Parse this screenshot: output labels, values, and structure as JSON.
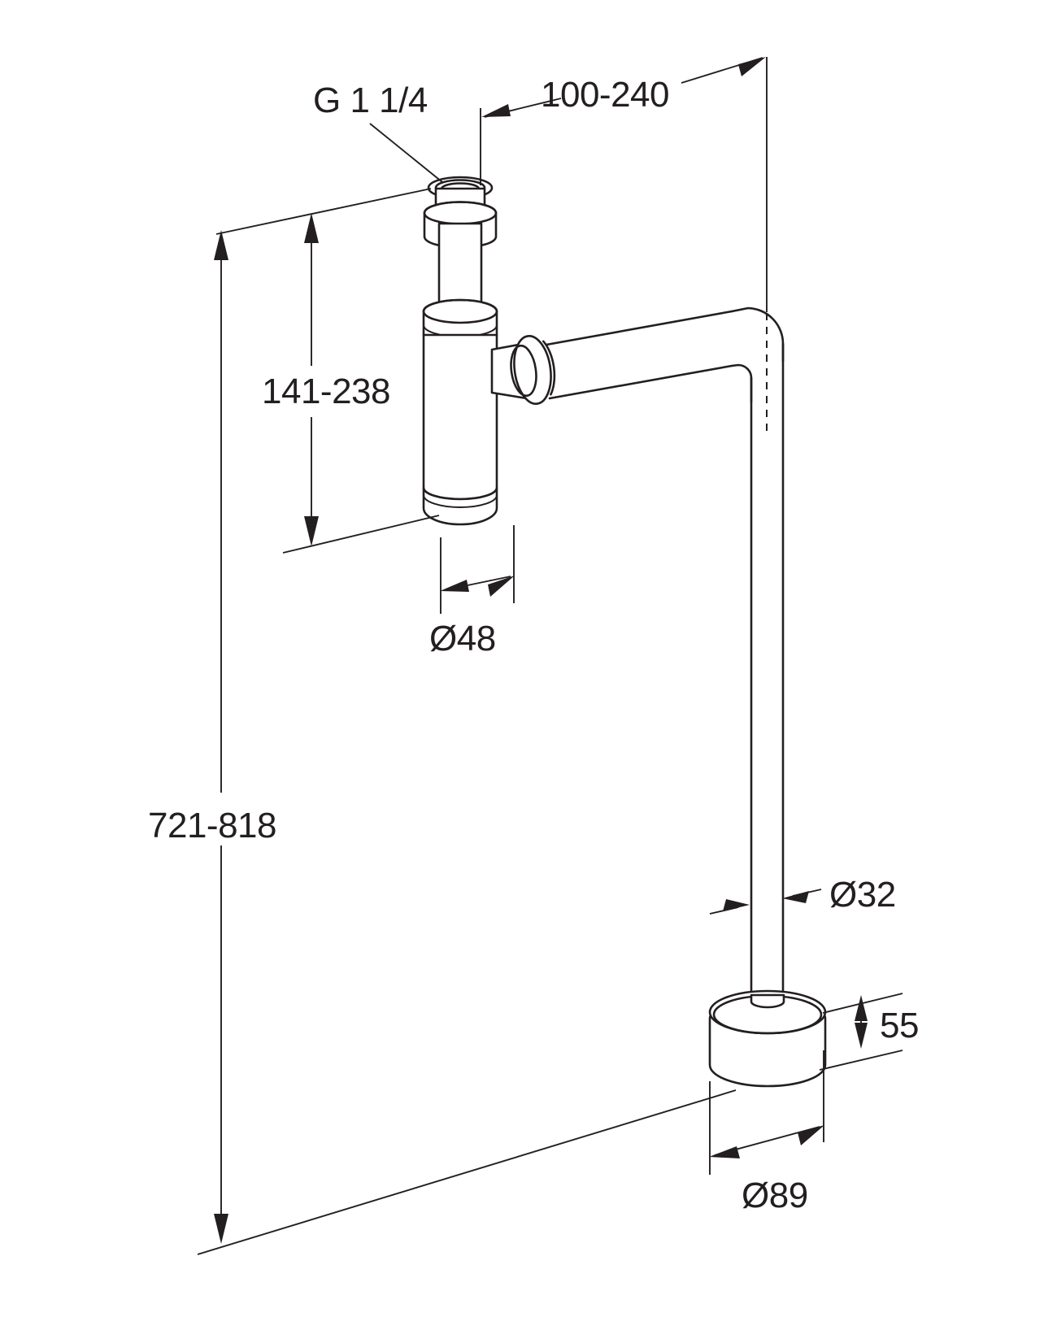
{
  "drawing": {
    "title": "Bottle trap technical dimension drawing",
    "type": "isometric-technical-drawing",
    "line_color": "#231f20",
    "background_color": "#ffffff",
    "units": "mm"
  },
  "dimensions": {
    "thread_spec": {
      "label": "G 1 1/4",
      "name": "inlet-thread-size",
      "kind": "leader-callout"
    },
    "projection": {
      "label": "100-240",
      "name": "wall-to-inlet-projection",
      "kind": "linear",
      "min": 100,
      "max": 240
    },
    "inlet_height": {
      "label": "141-238",
      "name": "inlet-tube-adjustable-height",
      "kind": "linear-vertical",
      "min": 141,
      "max": 238
    },
    "body_diameter": {
      "label": "Ø48",
      "name": "trap-body-diameter",
      "kind": "diameter",
      "value": 48
    },
    "total_height": {
      "label": "721-818",
      "name": "overall-height",
      "kind": "linear-vertical",
      "min": 721,
      "max": 818
    },
    "outlet_diameter": {
      "label": "Ø32",
      "name": "outlet-pipe-diameter",
      "kind": "diameter",
      "value": 32
    },
    "escutcheon_height": {
      "label": "55",
      "name": "escutcheon-height",
      "kind": "linear-vertical",
      "value": 55
    },
    "escutcheon_diameter": {
      "label": "Ø89",
      "name": "escutcheon-diameter",
      "kind": "diameter",
      "value": 89
    }
  }
}
